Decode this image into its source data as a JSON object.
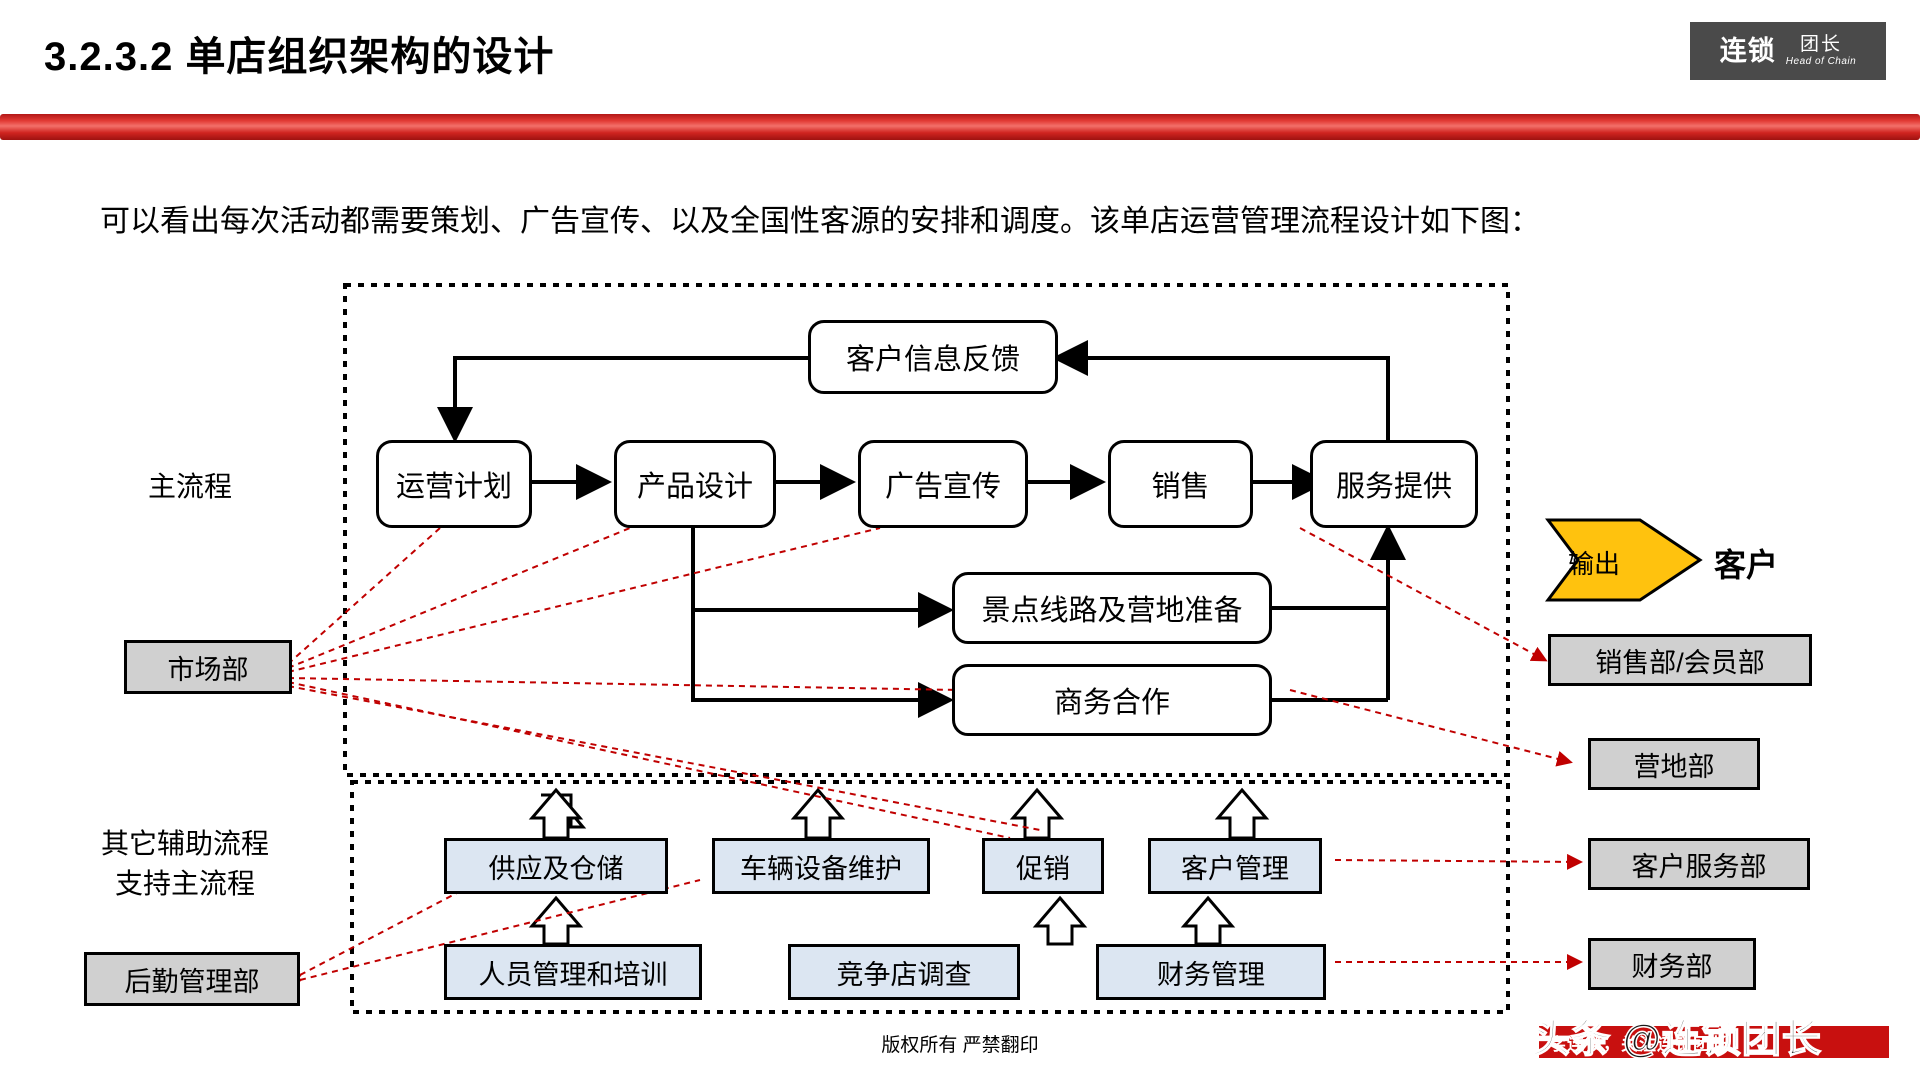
{
  "header": {
    "title": "3.2.3.2 单店组织架构的设计",
    "logo": {
      "main": "连锁",
      "sub": "团长",
      "english": "Head of Chain"
    },
    "rule_color": "#d02420"
  },
  "lead_text": "可以看出每次活动都需要策划、广告宣传、以及全国性客源的安排和调度。该单店运营管理流程设计如下图：",
  "diagram": {
    "side_labels": {
      "main_process": "主流程",
      "support_line1": "其它辅助流程",
      "support_line2": "支持主流程"
    },
    "feedback_box": "客户信息反馈",
    "main_flow": [
      "运营计划",
      "产品设计",
      "广告宣传",
      "销售",
      "服务提供"
    ],
    "sub_flow": [
      "景点线路及营地准备",
      "商务合作"
    ],
    "support_top": [
      "供应及仓储",
      "车辆设备维护",
      "促销",
      "客户管理"
    ],
    "support_bottom": [
      "人员管理和培训",
      "竞争店调查",
      "财务管理"
    ],
    "left_departments": [
      "市场部",
      "后勤管理部"
    ],
    "right_departments": [
      "销售部/会员部",
      "营地部",
      "客户服务部",
      "财务部"
    ],
    "output": {
      "arrow_label": "输出",
      "target": "客户",
      "arrow_color": "#ffc20e"
    },
    "colors": {
      "department_fill": "#d0d0d0",
      "support_fill": "#dce6f2",
      "dashed_link": "#c00000",
      "outline": "#000000"
    }
  },
  "footer": {
    "copyright": "版权所有  严禁翻印"
  },
  "watermark": {
    "big": "头条 @连锁团长",
    "banner": "字连锁，关注连锁团长"
  }
}
